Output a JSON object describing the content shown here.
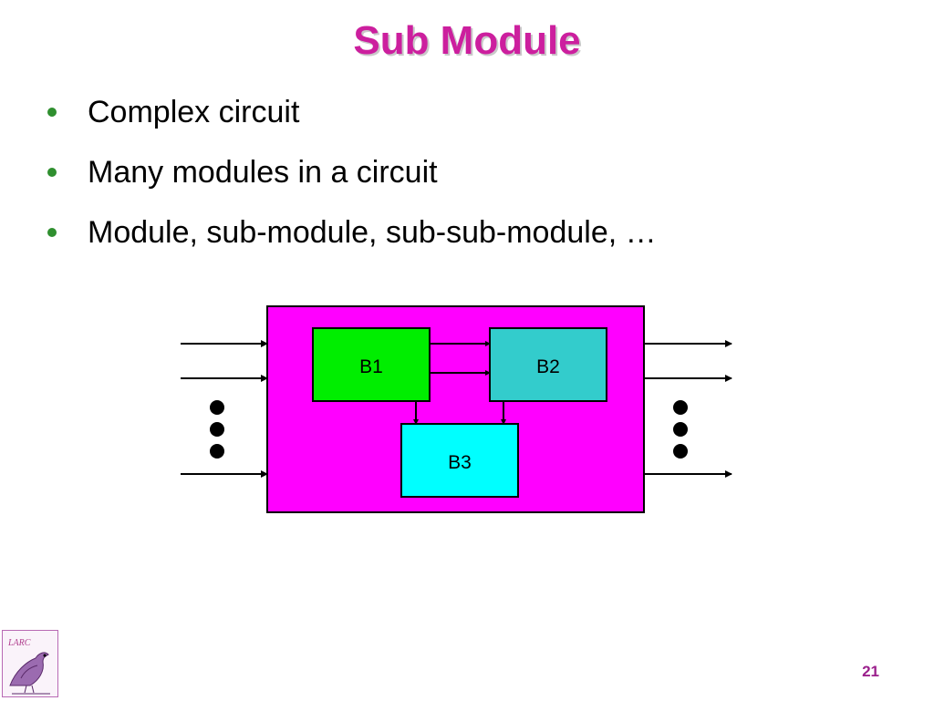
{
  "slide": {
    "title": "Sub Module",
    "page_number": "21"
  },
  "bullets": [
    "Complex circuit",
    "Many modules in a circuit",
    "Module, sub-module, sub-sub-module, …"
  ],
  "diagram": {
    "blocks": {
      "b1": {
        "label": "B1",
        "color": "#00ee00"
      },
      "b2": {
        "label": "B2",
        "color": "#33cccc"
      },
      "b3": {
        "label": "B3",
        "color": "#00ffff"
      }
    },
    "module_color": "#ff00ff"
  },
  "logo": {
    "text": "LARC"
  }
}
